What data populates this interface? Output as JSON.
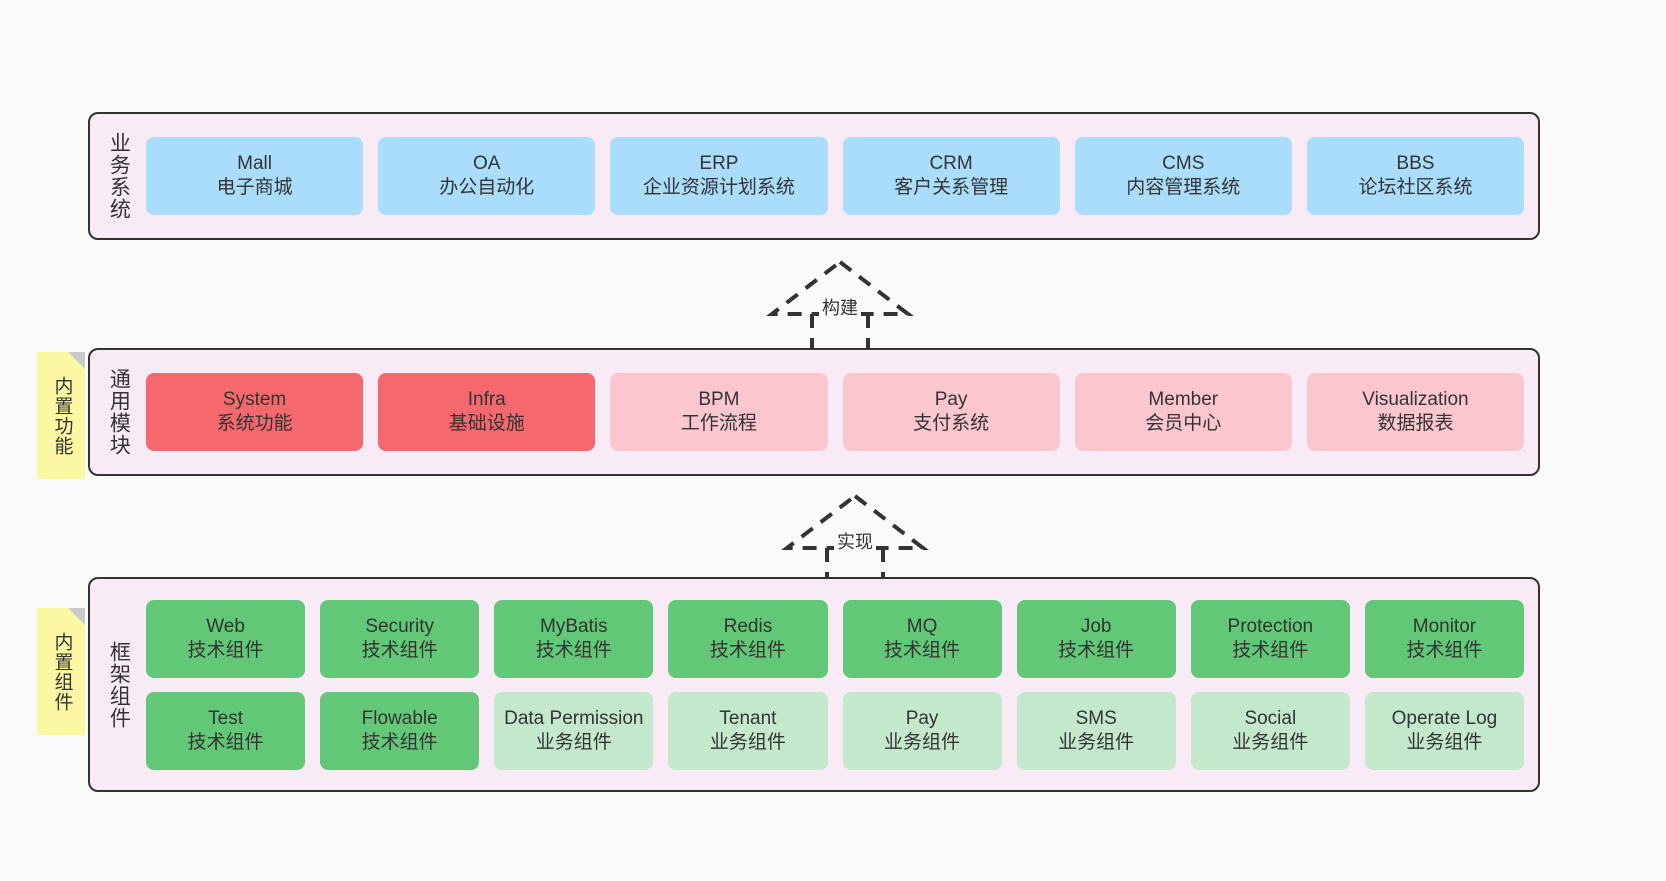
{
  "diagram": {
    "background": "#fafafa",
    "panel_bg": "#f8ebf6",
    "border": "#333333"
  },
  "notes": [
    {
      "id": "builtin-function",
      "label": "内置功能",
      "color": "#fbf7a3"
    },
    {
      "id": "builtin-component",
      "label": "内置组件",
      "color": "#fbf7a3"
    }
  ],
  "layers": {
    "business": {
      "title": "业务系统",
      "color": "#aadcfb",
      "cards": [
        {
          "name": "Mall",
          "desc": "电子商城"
        },
        {
          "name": "OA",
          "desc": "办公自动化"
        },
        {
          "name": "ERP",
          "desc": "企业资源计划系统"
        },
        {
          "name": "CRM",
          "desc": "客户关系管理"
        },
        {
          "name": "CMS",
          "desc": "内容管理系统"
        },
        {
          "name": "BBS",
          "desc": "论坛社区系统"
        }
      ]
    },
    "common": {
      "title": "通用模块",
      "colors": {
        "strong": "#f4686e",
        "soft": "#fbc6ce"
      },
      "cards": [
        {
          "name": "System",
          "desc": "系统功能",
          "tone": "strong"
        },
        {
          "name": "Infra",
          "desc": "基础设施",
          "tone": "strong"
        },
        {
          "name": "BPM",
          "desc": "工作流程",
          "tone": "soft"
        },
        {
          "name": "Pay",
          "desc": "支付系统",
          "tone": "soft"
        },
        {
          "name": "Member",
          "desc": "会员中心",
          "tone": "soft"
        },
        {
          "name": "Visualization",
          "desc": "数据报表",
          "tone": "soft"
        }
      ]
    },
    "framework": {
      "title": "框架组件",
      "colors": {
        "tech": "#62c878",
        "business": "#c3e8cc"
      },
      "row1": [
        {
          "name": "Web",
          "desc": "技术组件",
          "tone": "tech"
        },
        {
          "name": "Security",
          "desc": "技术组件",
          "tone": "tech"
        },
        {
          "name": "MyBatis",
          "desc": "技术组件",
          "tone": "tech"
        },
        {
          "name": "Redis",
          "desc": "技术组件",
          "tone": "tech"
        },
        {
          "name": "MQ",
          "desc": "技术组件",
          "tone": "tech"
        },
        {
          "name": "Job",
          "desc": "技术组件",
          "tone": "tech"
        },
        {
          "name": "Protection",
          "desc": "技术组件",
          "tone": "tech"
        },
        {
          "name": "Monitor",
          "desc": "技术组件",
          "tone": "tech"
        }
      ],
      "row2": [
        {
          "name": "Test",
          "desc": "技术组件",
          "tone": "tech"
        },
        {
          "name": "Flowable",
          "desc": "技术组件",
          "tone": "tech"
        },
        {
          "name": "Data Permission",
          "desc": "业务组件",
          "tone": "business"
        },
        {
          "name": "Tenant",
          "desc": "业务组件",
          "tone": "business"
        },
        {
          "name": "Pay",
          "desc": "业务组件",
          "tone": "business"
        },
        {
          "name": "SMS",
          "desc": "业务组件",
          "tone": "business"
        },
        {
          "name": "Social",
          "desc": "业务组件",
          "tone": "business"
        },
        {
          "name": "Operate Log",
          "desc": "业务组件",
          "tone": "business"
        }
      ]
    }
  },
  "connectors": [
    {
      "id": "build",
      "label": "构建",
      "style": "dashed-generalization-up"
    },
    {
      "id": "realize",
      "label": "实现",
      "style": "dashed-generalization-up"
    }
  ]
}
